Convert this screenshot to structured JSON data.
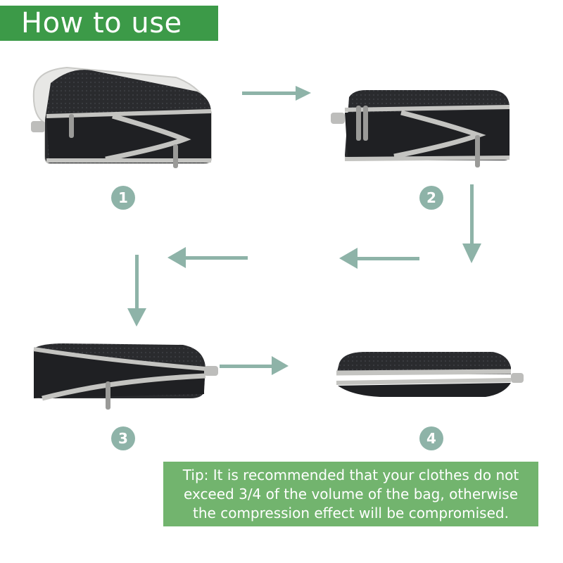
{
  "header": {
    "title": "How to use"
  },
  "steps": [
    {
      "number": "1"
    },
    {
      "number": "2"
    },
    {
      "number": "3"
    },
    {
      "number": "4"
    }
  ],
  "tip": {
    "text": "Tip: It is recommended that your clothes do not exceed 3/4 of the volume of the bag, otherwise the compression effect will be compromised."
  },
  "colors": {
    "banner": "#3c9a48",
    "badge": "#8eb3a8",
    "arrow": "#8eb3a8",
    "tip_box": "#72b46e",
    "bag_body": "#232427",
    "bag_trim": "#bfbfbd"
  },
  "icons": [
    "packing-cube-illustration",
    "flow-arrow-icon"
  ]
}
